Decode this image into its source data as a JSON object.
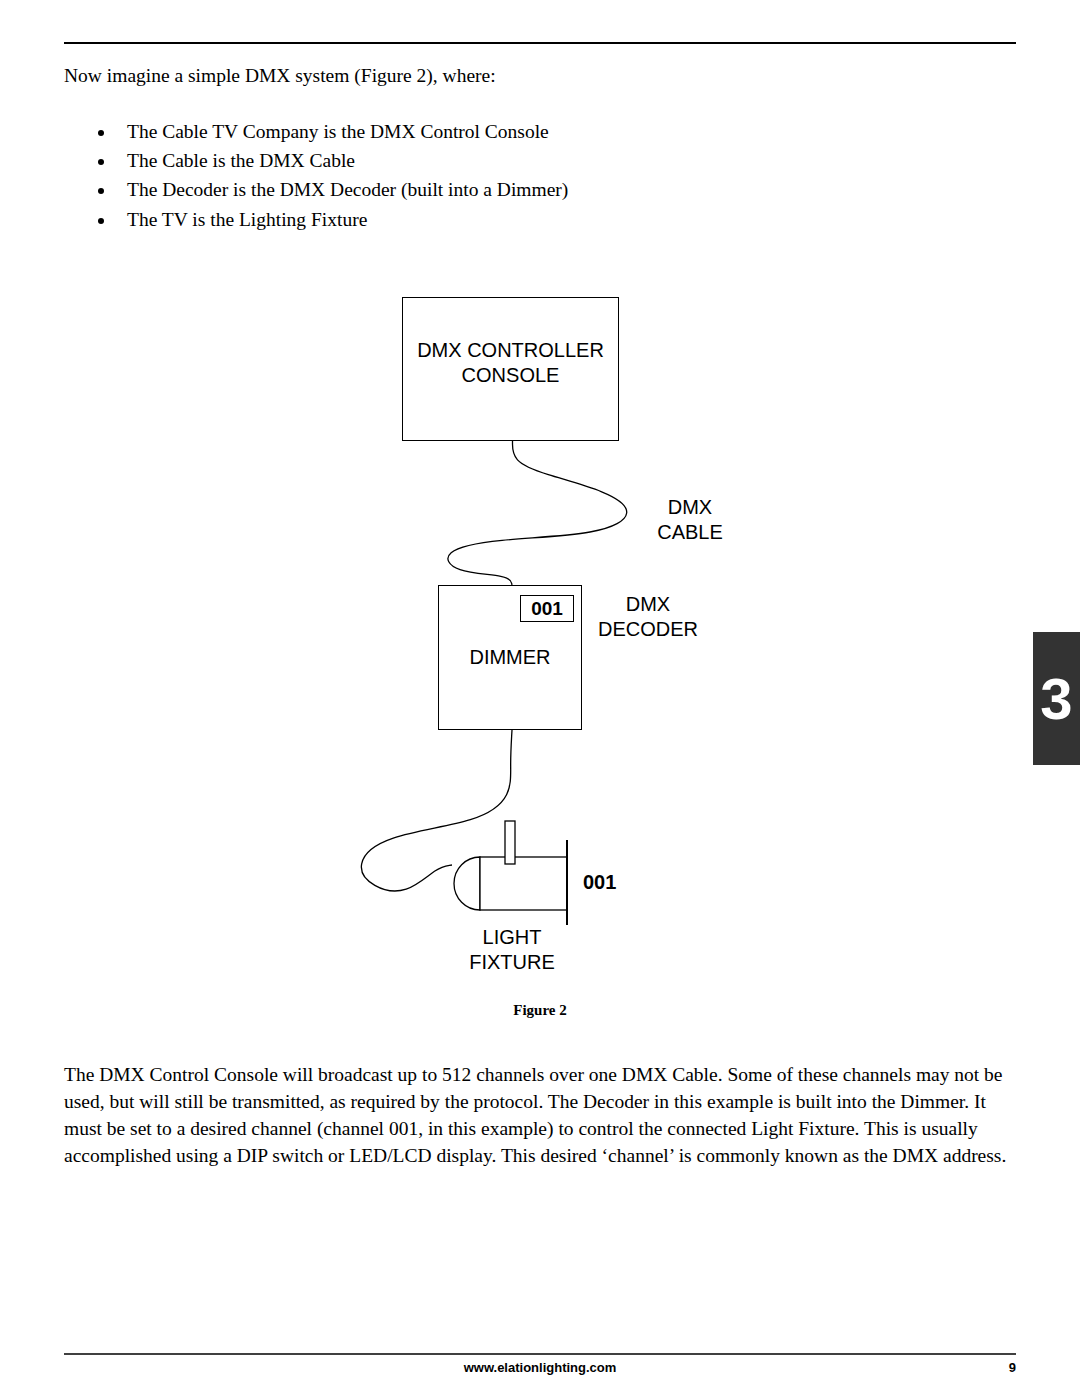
{
  "diagram": {
    "caption": "Figure 2",
    "nodes": [
      {
        "text": [
          "DMX CONTROLLER CONSOLE"
        ]
      },
      {
        "text": [
          "DIMMER"
        ]
      },
      {
        "text": [
          "001"
        ],
        "in": 1
      },
      {
        "text": [
          "001",
          "LIGHT FIXTURE"
        ]
      }
    ],
    "edges": [
      {
        "from": 0,
        "to": 1,
        "label": "DMX CABLE",
        "arrow": "none"
      },
      {
        "from": 1,
        "to": 3,
        "arrow": "none"
      }
    ],
    "labels": [
      "Now imagine a simple DMX system (Figure 2), where:",
      "The Cable TV Company is the DMX Control Console",
      "The Cable is the DMX Cable",
      "The Decoder is the DMX Decoder (built into a Dimmer)",
      "The TV is the Lighting Fixture",
      "DMX DECODER",
      "The DMX Control Console will broadcast up to 512 channels over one DMX Cable.  Some of these channels may not be used, but will still be transmitted, as required by the protocol.  The Decoder in this example is built into the Dimmer.  It must be set to a desired channel (channel 001, in this example) to control the connected Light Fixture.  This is usually accomplished using a DIP switch or LED/LCD display.  This desired ‘channel’ is commonly known as the DMX address.",
      "www.elationlighting.com",
      "9",
      "3"
    ]
  }
}
